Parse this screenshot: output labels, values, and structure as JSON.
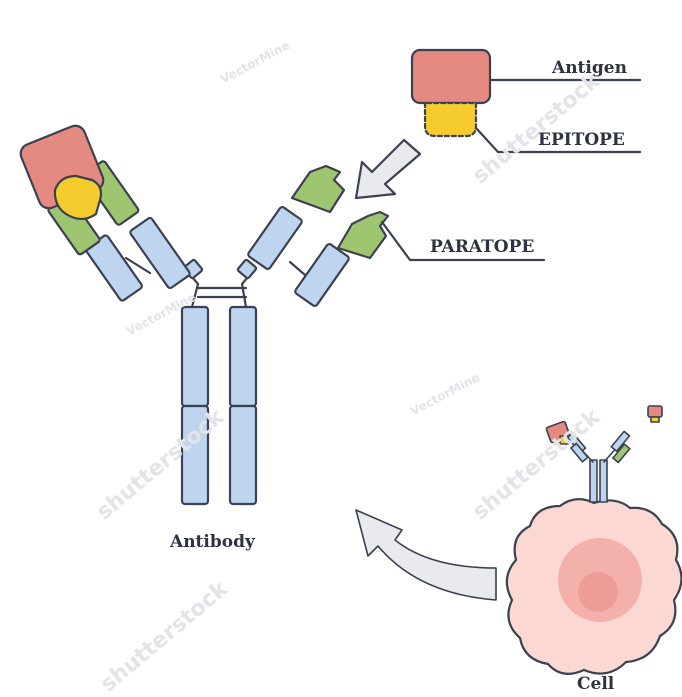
{
  "labels": {
    "antigen": "Antigen",
    "epitope": "EPITOPE",
    "paratope": "PARATOPE",
    "antibody": "Antibody",
    "cell": "Cell"
  },
  "watermarks": {
    "stock": "shutterstock",
    "author": "VectorMine"
  },
  "colors": {
    "outline": "#3b4150",
    "antigen": "#e58a80",
    "epitope": "#f5cb2d",
    "light_chain_variable": "#9ec56f",
    "heavy_chain": "#bdd5ee",
    "cell_body": "#fbd8d2",
    "nucleus": "#f4b1ab",
    "nucleolus": "#ee9c98",
    "arrow": "#e8eaee"
  },
  "icons": [
    "antigen-icon",
    "epitope-icon",
    "antibody-icon",
    "cell-icon",
    "binding-arrow-icon",
    "production-arrow-icon"
  ]
}
